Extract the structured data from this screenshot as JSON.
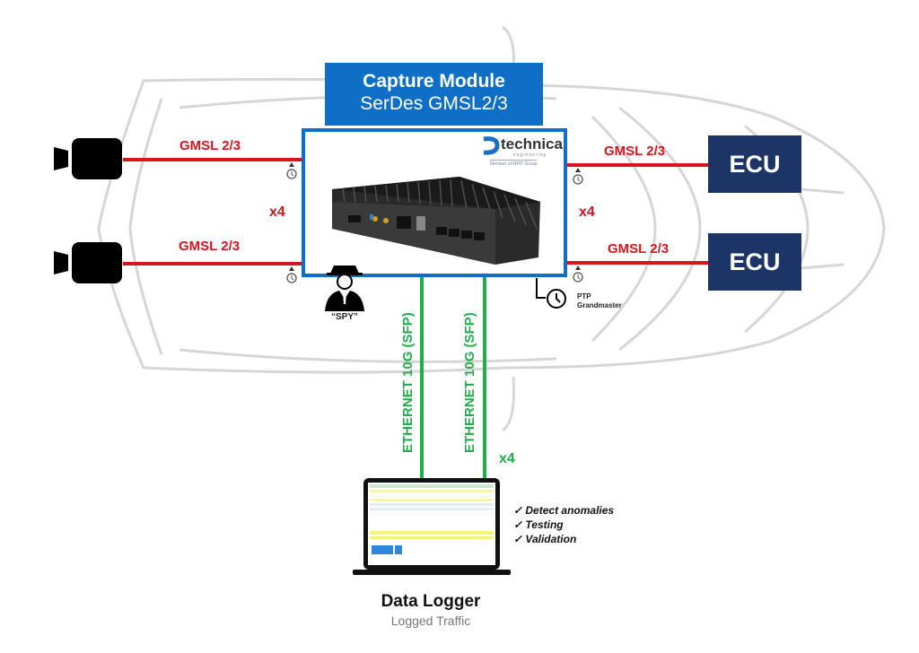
{
  "module": {
    "title": "Capture Module",
    "subtitle": "SerDes GMSL2/3",
    "brand": "technica",
    "brand_sub": "engineering",
    "brand_member": "Member of MPIT Group"
  },
  "links": {
    "camera_link_top": "GMSL 2/3",
    "camera_link_bottom": "GMSL 2/3",
    "ecu_link_top": "GMSL 2/3",
    "ecu_link_bottom": "GMSL 2/3",
    "camera_multiplier": "x4",
    "ecu_multiplier": "x4",
    "ethernet_1": "ETHERNET 10G (SFP)",
    "ethernet_2": "ETHERNET 10G (SFP)",
    "ethernet_multiplier": "x4"
  },
  "ecus": [
    {
      "label": "ECU"
    },
    {
      "label": "ECU"
    }
  ],
  "spy": {
    "label": "“SPY”"
  },
  "ptp": {
    "line1": "PTP",
    "line2": "Grandmaster"
  },
  "logger": {
    "title": "Data Logger",
    "subtitle": "Logged Traffic",
    "features": [
      "✓ Detect anomalies",
      "✓ Testing",
      "✓ Validation"
    ]
  },
  "colors": {
    "module_blue": "#0f6fc6",
    "gmsl_red": "#d8141c",
    "ethernet_green": "#1fae4c",
    "ecu_navy": "#1d3566"
  }
}
